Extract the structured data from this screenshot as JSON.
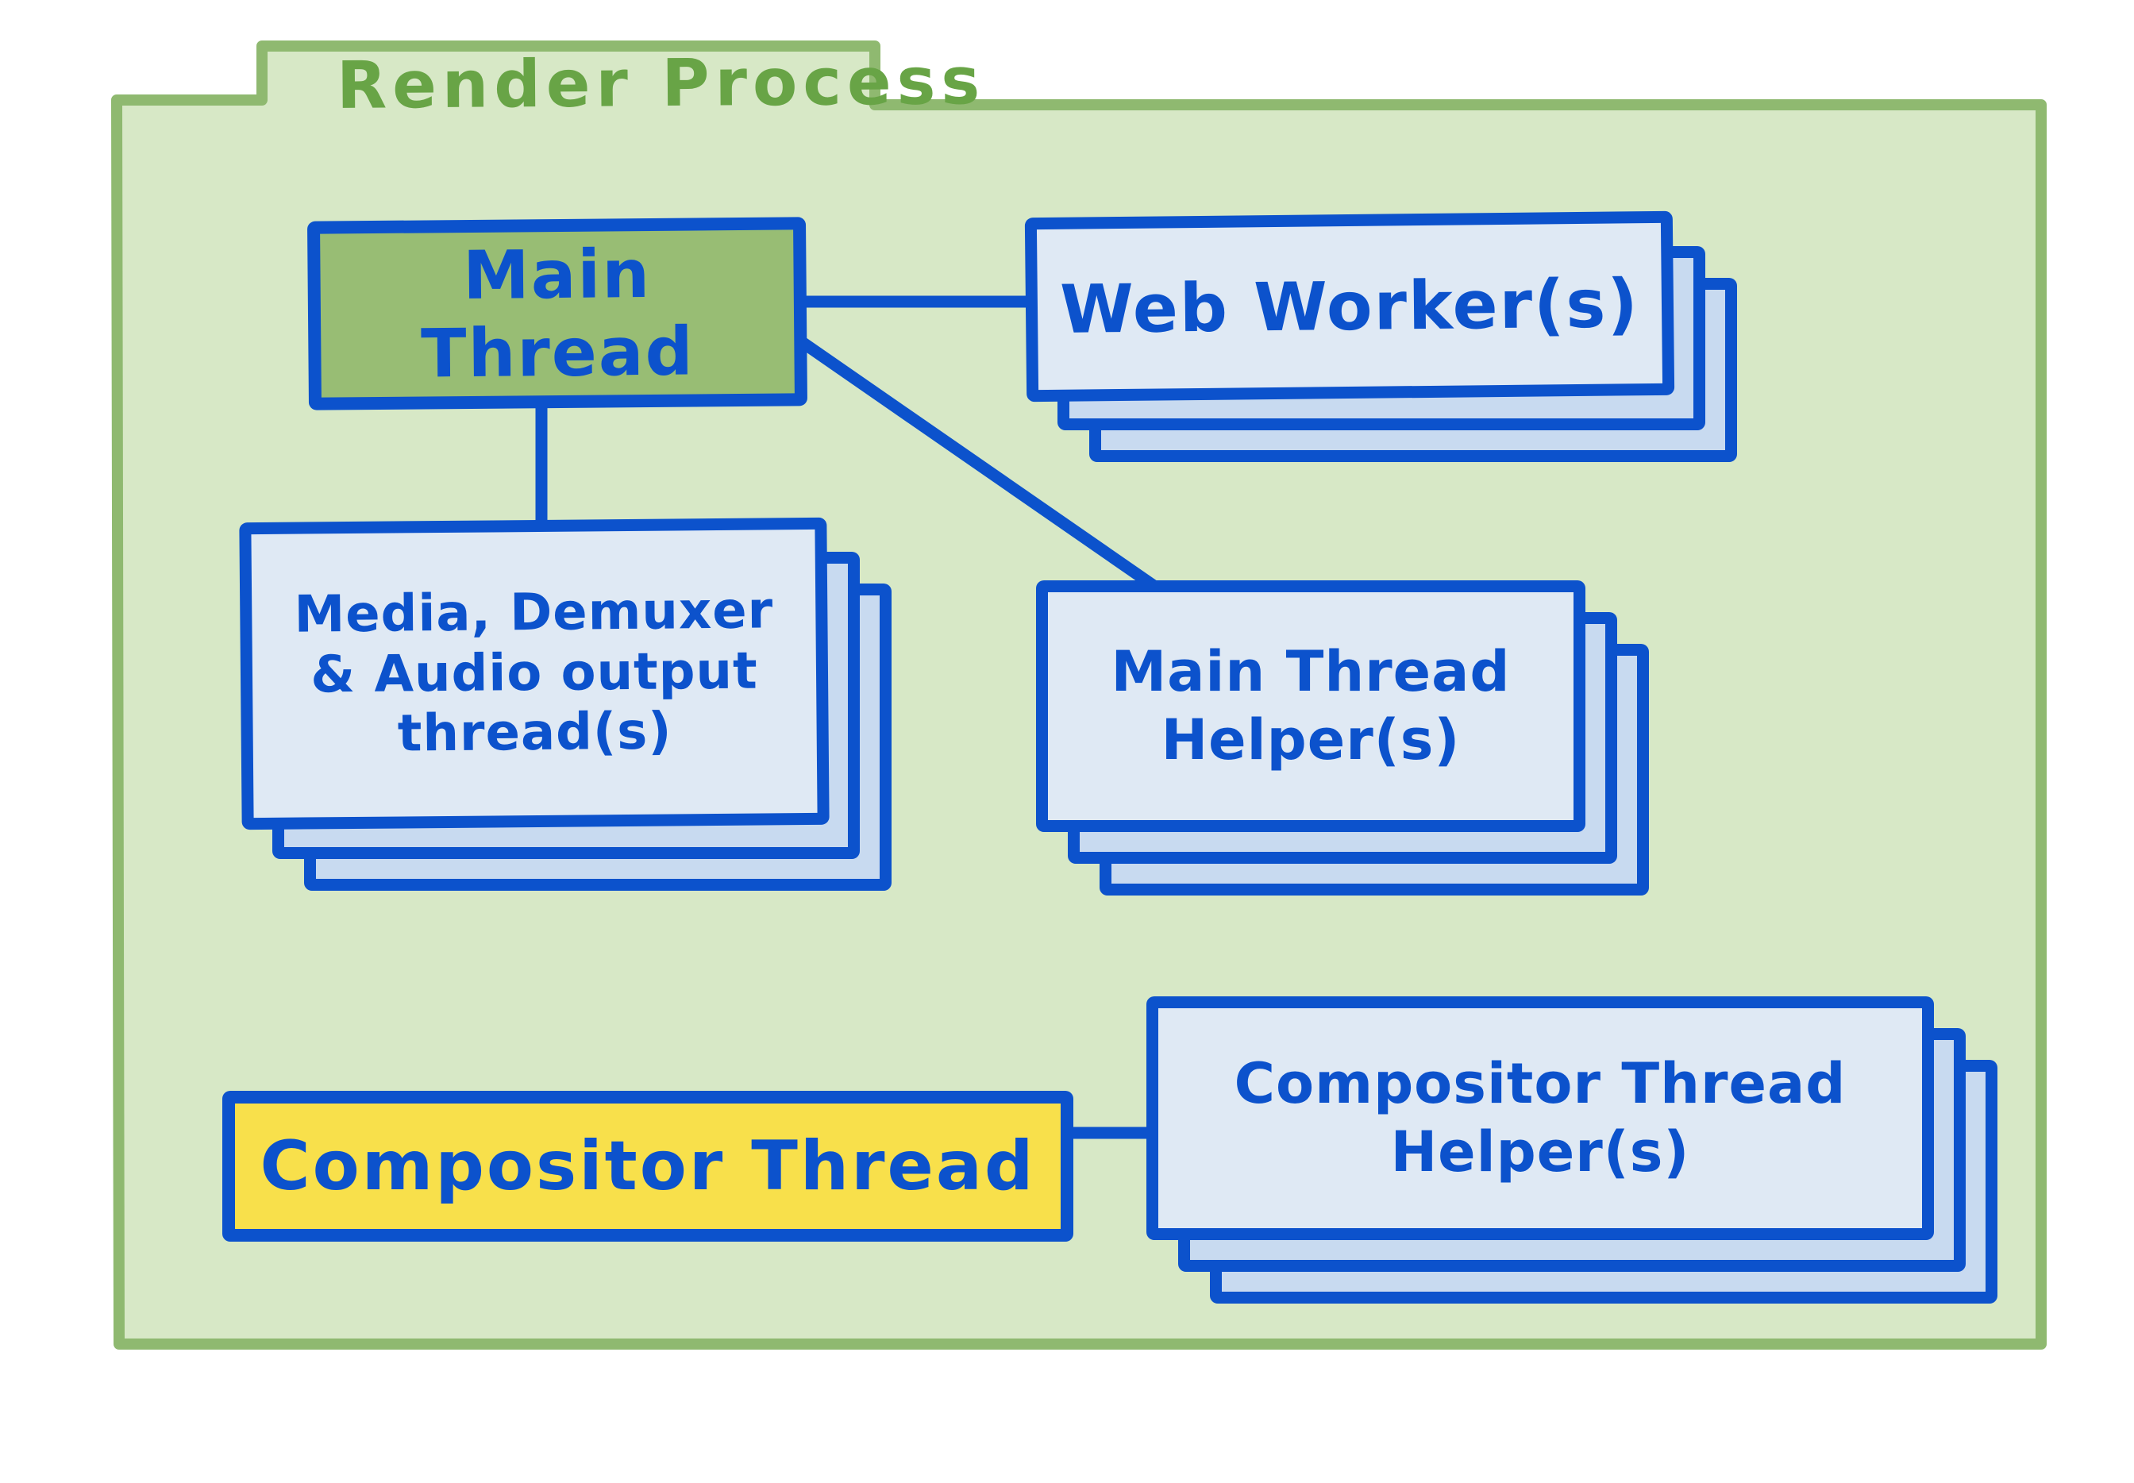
{
  "diagram": {
    "title": "Render Process",
    "nodes": [
      {
        "id": "main-thread",
        "label": "Main Thread",
        "shape": "solid-box",
        "fill_color": "#98bd74"
      },
      {
        "id": "web-workers",
        "label": "Web Worker(s)",
        "shape": "stacked-cards",
        "fill_color": "#dfe9f4"
      },
      {
        "id": "media-demuxer-audio-threads",
        "label": "Media, Demuxer\n& Audio output\nthread(s)",
        "shape": "stacked-cards",
        "fill_color": "#dfe9f4"
      },
      {
        "id": "main-thread-helpers",
        "label": "Main Thread\nHelper(s)",
        "shape": "stacked-cards",
        "fill_color": "#dfe9f4"
      },
      {
        "id": "compositor-thread",
        "label": "Compositor Thread",
        "shape": "solid-box",
        "fill_color": "#f8e04b"
      },
      {
        "id": "compositor-thread-helpers",
        "label": "Compositor Thread\nHelper(s)",
        "shape": "stacked-cards",
        "fill_color": "#dfe9f4"
      }
    ],
    "edges": [
      {
        "from": "main-thread",
        "to": "web-workers"
      },
      {
        "from": "main-thread",
        "to": "media-demuxer-audio-threads"
      },
      {
        "from": "main-thread",
        "to": "main-thread-helpers"
      },
      {
        "from": "compositor-thread",
        "to": "compositor-thread-helpers"
      }
    ]
  },
  "theme": {
    "bg": "#ffffff",
    "folder-fill": "#d7e8c6",
    "folder-border": "#8fb970",
    "title-green": "#68a446",
    "blue": "#0c52cc",
    "card-front": "#dfe9f4",
    "card-back": "#c8daf0",
    "main-thread-fill": "#98bd74",
    "compositor-fill": "#f8e04b"
  }
}
